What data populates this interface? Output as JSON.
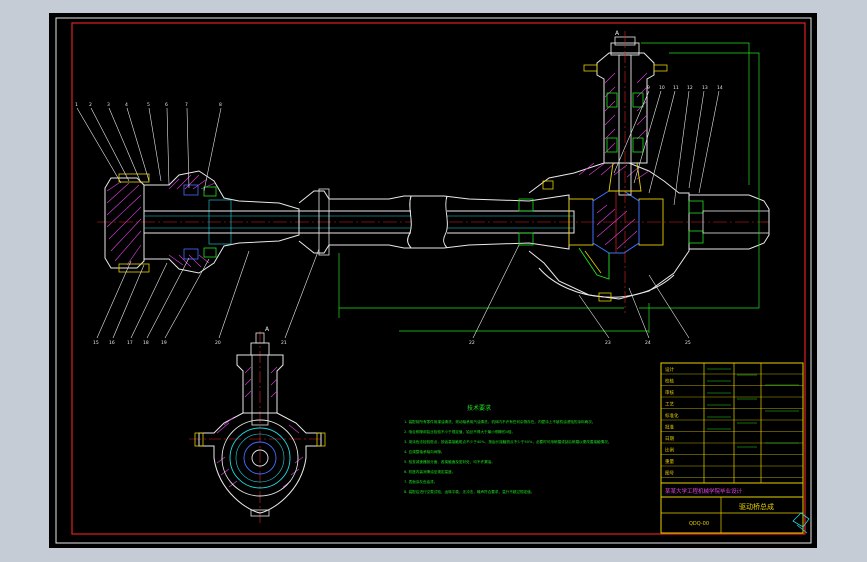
{
  "colors": {
    "background": "#000000",
    "frame": "#e02020",
    "outline": "#e8e8e8",
    "dimension": "#20e020",
    "leader": "#e8e8e8",
    "notes": "#20e020",
    "title_block": "#e8d000",
    "hatch": "#e040e0",
    "gear": "#4070ff",
    "outer_bg": "#c6ccd6"
  },
  "drawing": {
    "views": [
      "front-section-view",
      "side-section-view"
    ]
  },
  "callouts_left": [
    "1",
    "2",
    "3",
    "4",
    "5",
    "6",
    "7",
    "8"
  ],
  "callouts_right": [
    "9",
    "10",
    "11",
    "12",
    "13",
    "14"
  ],
  "callouts_bottom": [
    "15",
    "16",
    "17",
    "18",
    "19",
    "20",
    "21",
    "22",
    "23",
    "24",
    "25"
  ],
  "notes": {
    "title": "技术要求",
    "lines": [
      "1. 装配前所有零件用煤油清洗，滚动轴承用汽油清洗，机体内不许有任何杂物存在。内壁涂上不被机油浸蚀的涂料两次。",
      "2. 啮合侧隙用铅丝检验不小于规定值，铅丝不得大于最小侧隙的4倍。",
      "3. 用涂色法检验斑点，按齿高接触斑点不少于40%，按齿长接触斑点不少于50%，必要时可用研磨或刮后研磨以便改善接触情况。",
      "4. 应调整轴承轴向间隙。",
      "5. 检查减速器剖分面、各接触面及密封处，均不许漏油。",
      "6. 机座内装润滑油至规定高度。",
      "7. 表面涂灰色油漆。",
      "8. 装配后进行空载试验，运转平稳，无冲击，噪声符合要求，温升不超过规定值。"
    ]
  },
  "title_block": {
    "school": "某某大学工程机械学院毕业设计",
    "drawing_name": "驱动桥总成",
    "part_code": "QDQ-00",
    "rows": [
      "设计",
      "校核",
      "审核",
      "工艺",
      "标准化",
      "批准",
      "日期",
      "比例",
      "重量",
      "图号"
    ]
  }
}
